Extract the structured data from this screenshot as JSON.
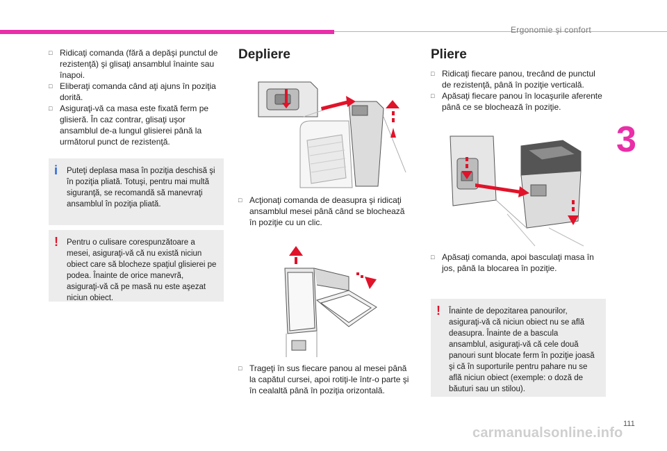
{
  "header": {
    "title": "Ergonomie şi confort",
    "chapter": "3",
    "page_number": "111",
    "footer": "carmanualsonline.info"
  },
  "col1": {
    "steps": [
      "Ridicaţi comanda (fără a depăşi punctul de rezistenţă) şi glisaţi ansamblul înainte sau înapoi.",
      "Eliberaţi comanda când aţi ajuns în poziţia dorită.",
      "Asiguraţi-vă ca masa este fixată ferm pe glisieră. În caz contrar, glisaţi uşor ansamblul de-a lungul glisierei până la următorul punct de rezistenţă."
    ],
    "info_note": "Puteţi deplasa masa în poziţia deschisă şi în poziţia pliată. Totuşi, pentru mai multă siguranţă, se recomandă să manevraţi ansamblul în poziţia pliată.",
    "warning_note": "Pentru o culisare corespunzătoare a mesei, asiguraţi-vă că nu există niciun obiect care să blocheze spaţiul glisierei pe podea. Înainte de orice manevră, asiguraţi-vă că pe masă nu este aşezat niciun obiect."
  },
  "col2": {
    "title": "Depliere",
    "step1": "Acţionaţi comanda de deasupra şi ridicaţi ansamblul mesei până când se blochează în poziţie cu un clic.",
    "step2": "Trageţi în sus fiecare panou al mesei până la capătul cursei, apoi rotiţi-le într-o parte şi în cealaltă până în poziţia orizontală."
  },
  "col3": {
    "title": "Pliere",
    "steps": [
      "Ridicaţi fiecare panou, trecând de punctul de rezistenţă, până în poziţie verticală.",
      "Apăsaţi fiecare panou în locaşurile aferente până ce se blochează în poziţie."
    ],
    "step3": "Apăsaţi comanda, apoi basculaţi masa în jos, până la blocarea în poziţie.",
    "warning_note": "Înainte de depozitarea panourilor, asiguraţi-vă că niciun obiect nu se află deasupra. Înainte de a bascula ansamblul, asiguraţi-vă că cele două panouri sunt blocate ferm în poziţie joasă şi că în suporturile pentru pahare nu se află niciun obiect (exemple: o doză de băuturi sau un stilou)."
  },
  "colors": {
    "accent": "#ea2ea8",
    "arrow": "#e0132a",
    "info": "#2b6bd6",
    "note_bg": "#ececec"
  }
}
